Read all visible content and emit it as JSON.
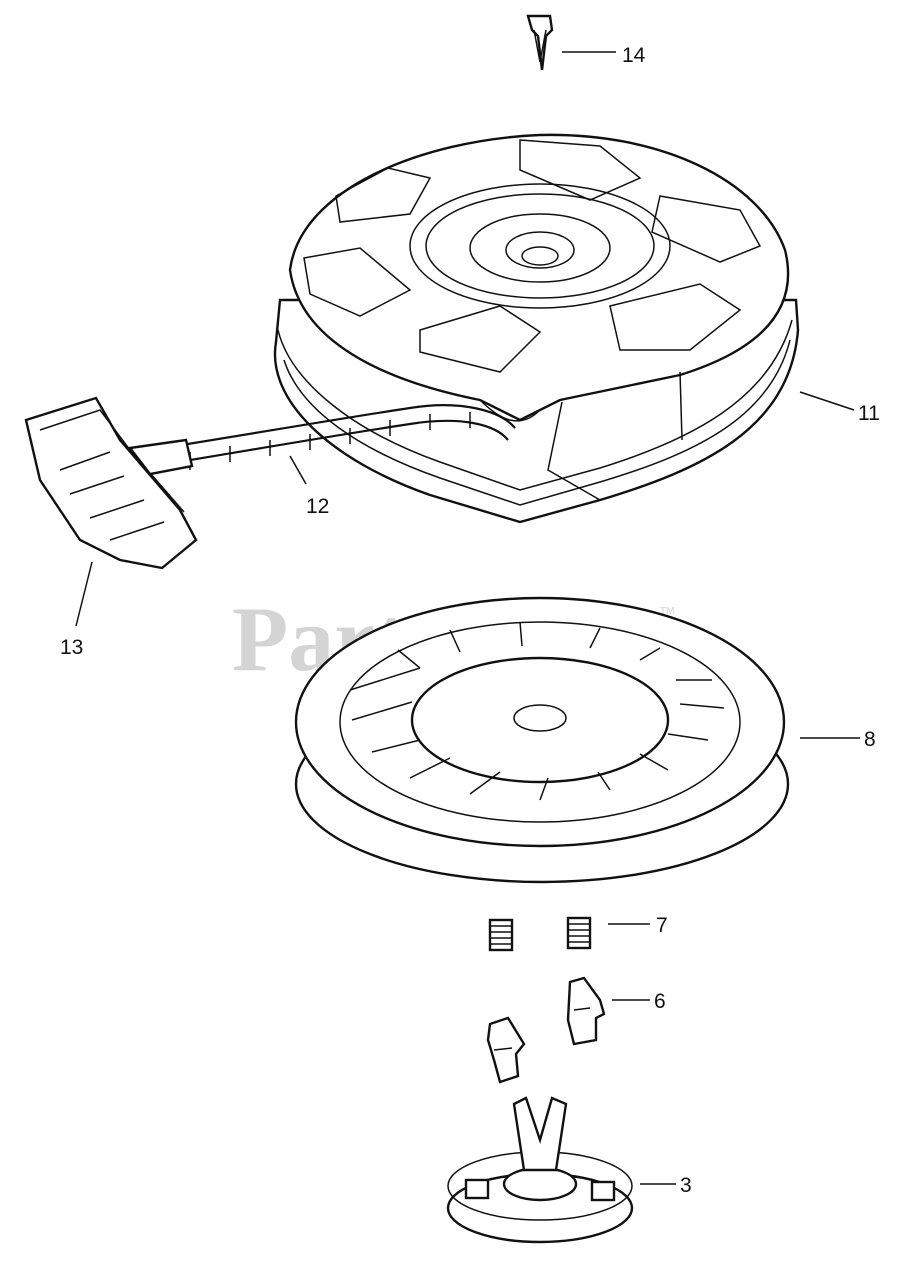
{
  "watermark": {
    "text": "PartsTree",
    "trademark": "TM"
  },
  "callouts": [
    {
      "id": "14",
      "label": "14"
    },
    {
      "id": "11",
      "label": "11"
    },
    {
      "id": "12",
      "label": "12"
    },
    {
      "id": "13",
      "label": "13"
    },
    {
      "id": "8",
      "label": "8"
    },
    {
      "id": "7",
      "label": "7"
    },
    {
      "id": "6",
      "label": "6"
    },
    {
      "id": "3",
      "label": "3"
    }
  ],
  "colors": {
    "line": "#111111",
    "watermark": "#d4d4d4",
    "background": "#ffffff"
  }
}
